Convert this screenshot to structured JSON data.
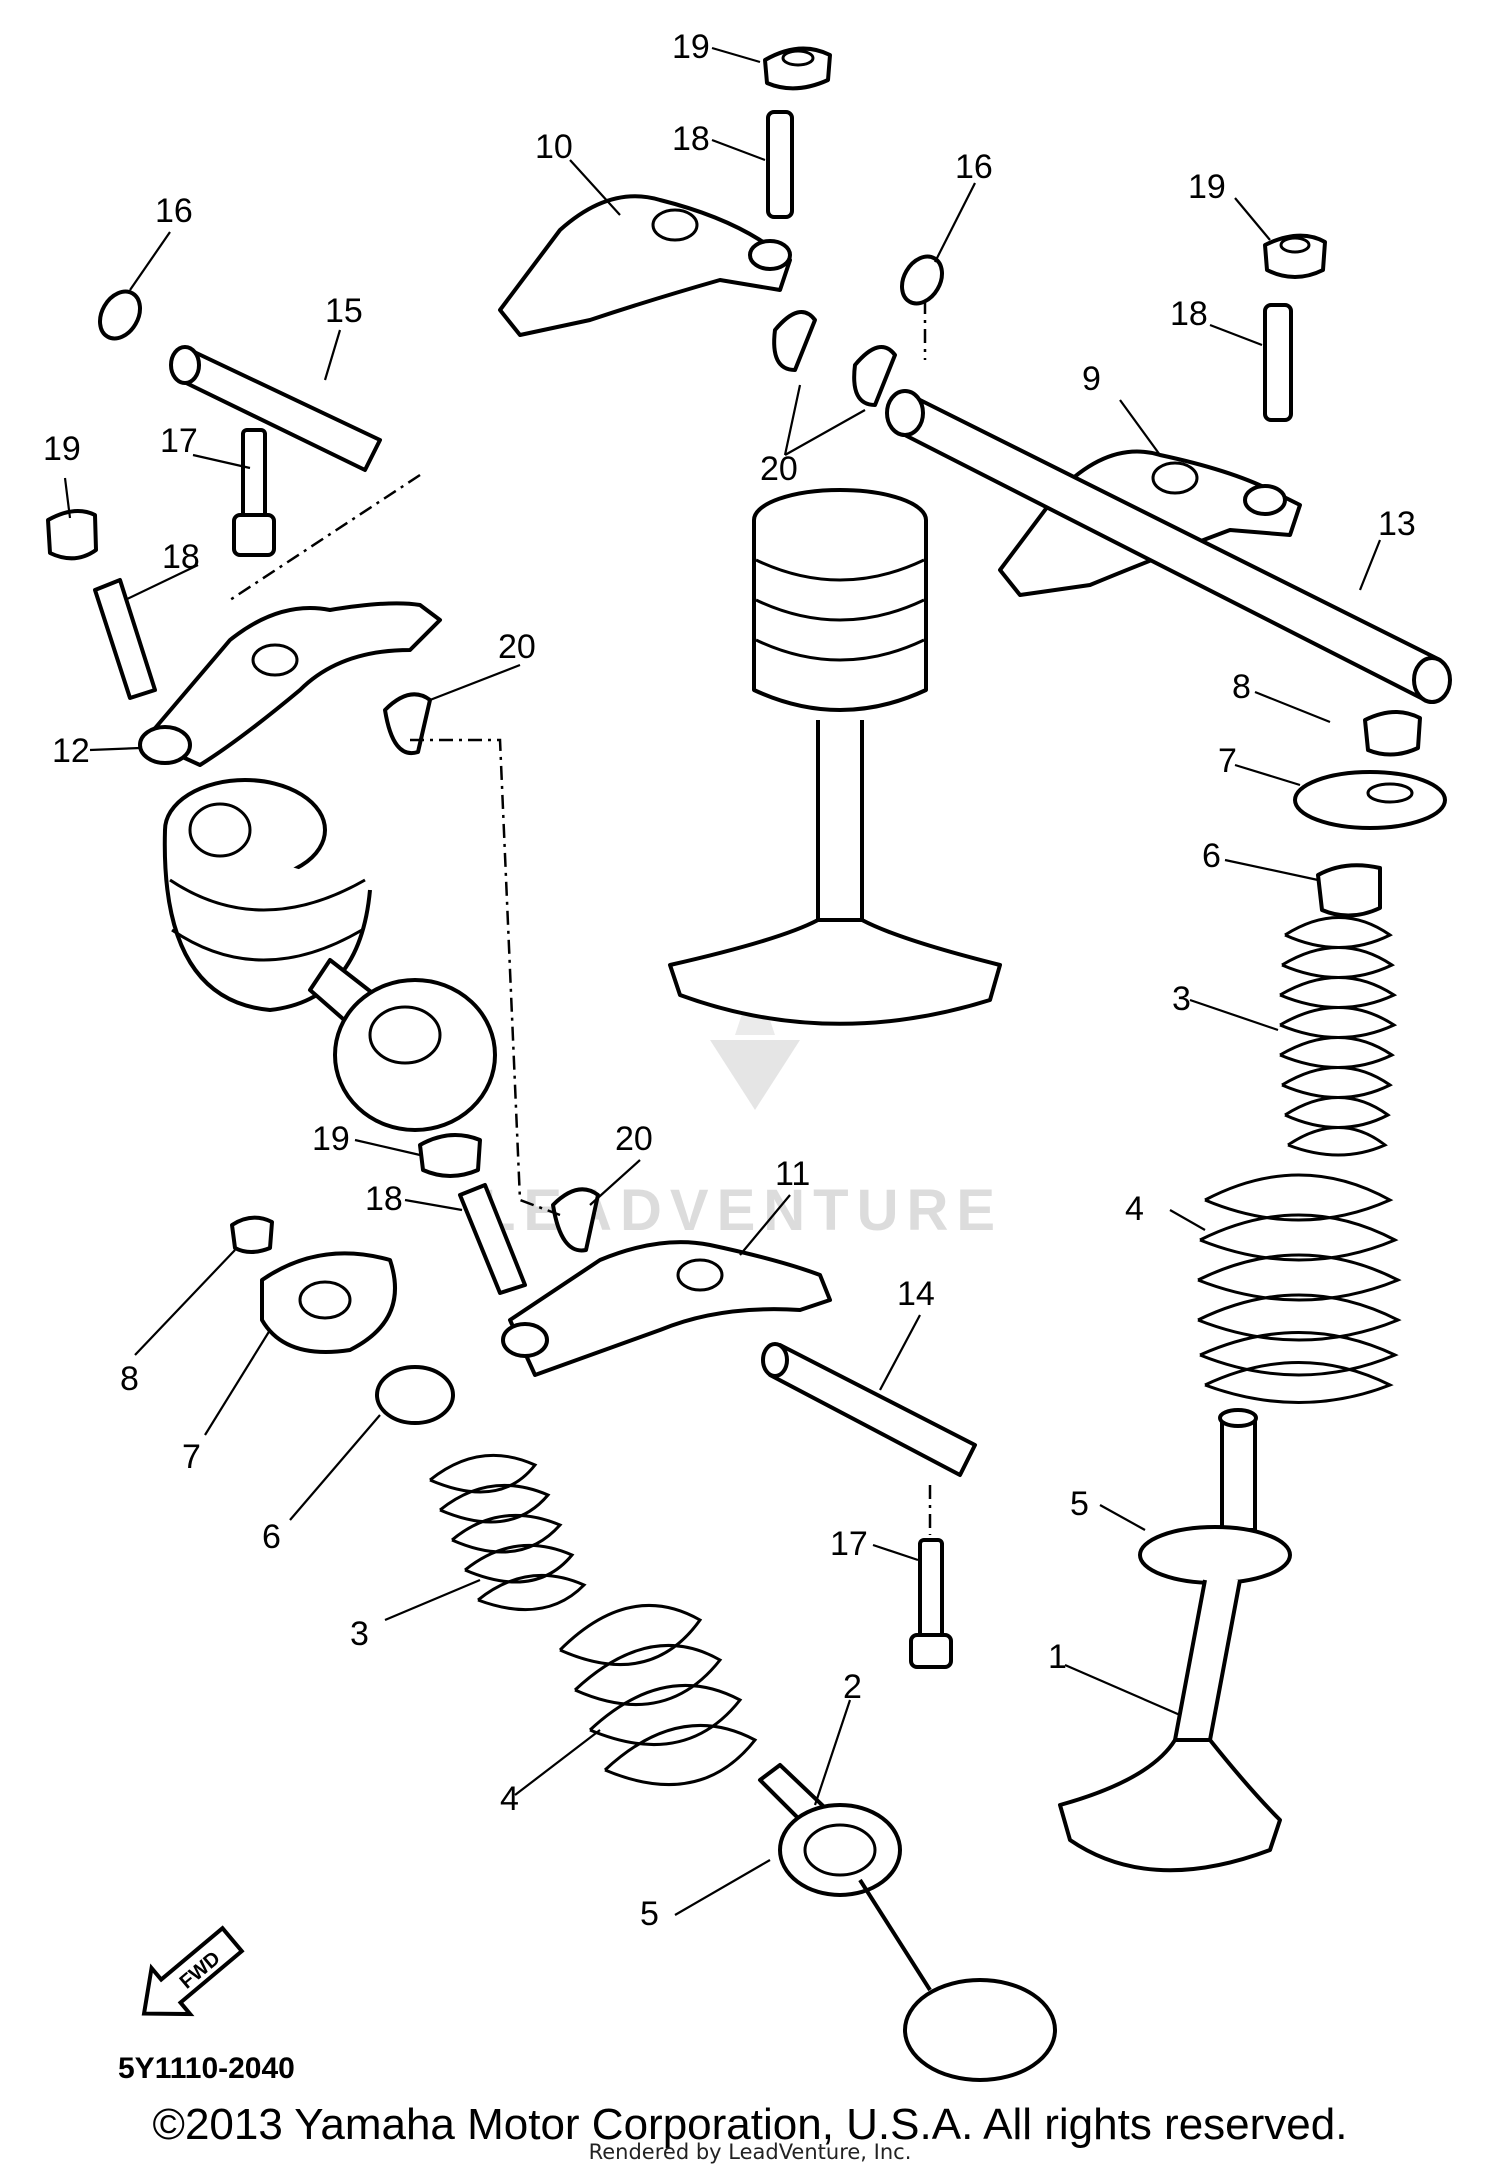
{
  "diagram": {
    "callouts": [
      {
        "id": "c19a",
        "text": "19"
      },
      {
        "id": "c18a",
        "text": "18"
      },
      {
        "id": "c10",
        "text": "10"
      },
      {
        "id": "c16a",
        "text": "16"
      },
      {
        "id": "c16b",
        "text": "16"
      },
      {
        "id": "c19b",
        "text": "19"
      },
      {
        "id": "c15",
        "text": "15"
      },
      {
        "id": "c18b",
        "text": "18"
      },
      {
        "id": "c9",
        "text": "9"
      },
      {
        "id": "c20a",
        "text": "20"
      },
      {
        "id": "c19c",
        "text": "19"
      },
      {
        "id": "c17a",
        "text": "17"
      },
      {
        "id": "c13",
        "text": "13"
      },
      {
        "id": "c18c",
        "text": "18"
      },
      {
        "id": "c20b",
        "text": "20"
      },
      {
        "id": "c8a",
        "text": "8"
      },
      {
        "id": "c12",
        "text": "12"
      },
      {
        "id": "c7a",
        "text": "7"
      },
      {
        "id": "c6a",
        "text": "6"
      },
      {
        "id": "c3a",
        "text": "3"
      },
      {
        "id": "c19d",
        "text": "19"
      },
      {
        "id": "c20c",
        "text": "20"
      },
      {
        "id": "c11",
        "text": "11"
      },
      {
        "id": "c18d",
        "text": "18"
      },
      {
        "id": "c4a",
        "text": "4"
      },
      {
        "id": "c14",
        "text": "14"
      },
      {
        "id": "c8b",
        "text": "8"
      },
      {
        "id": "c7b",
        "text": "7"
      },
      {
        "id": "c5a",
        "text": "5"
      },
      {
        "id": "c6b",
        "text": "6"
      },
      {
        "id": "c17b",
        "text": "17"
      },
      {
        "id": "c3b",
        "text": "3"
      },
      {
        "id": "c1",
        "text": "1"
      },
      {
        "id": "c2",
        "text": "2"
      },
      {
        "id": "c4b",
        "text": "4"
      },
      {
        "id": "c5b",
        "text": "5"
      }
    ],
    "fwd_arrow_text": "FWD",
    "watermark": "LEADVENTURE"
  },
  "catalog_code": "5Y1110-2040",
  "copyright": "©2013 Yamaha Motor Corporation, U.S.A. All rights reserved.",
  "rendered_by": "Rendered by LeadVenture, Inc."
}
